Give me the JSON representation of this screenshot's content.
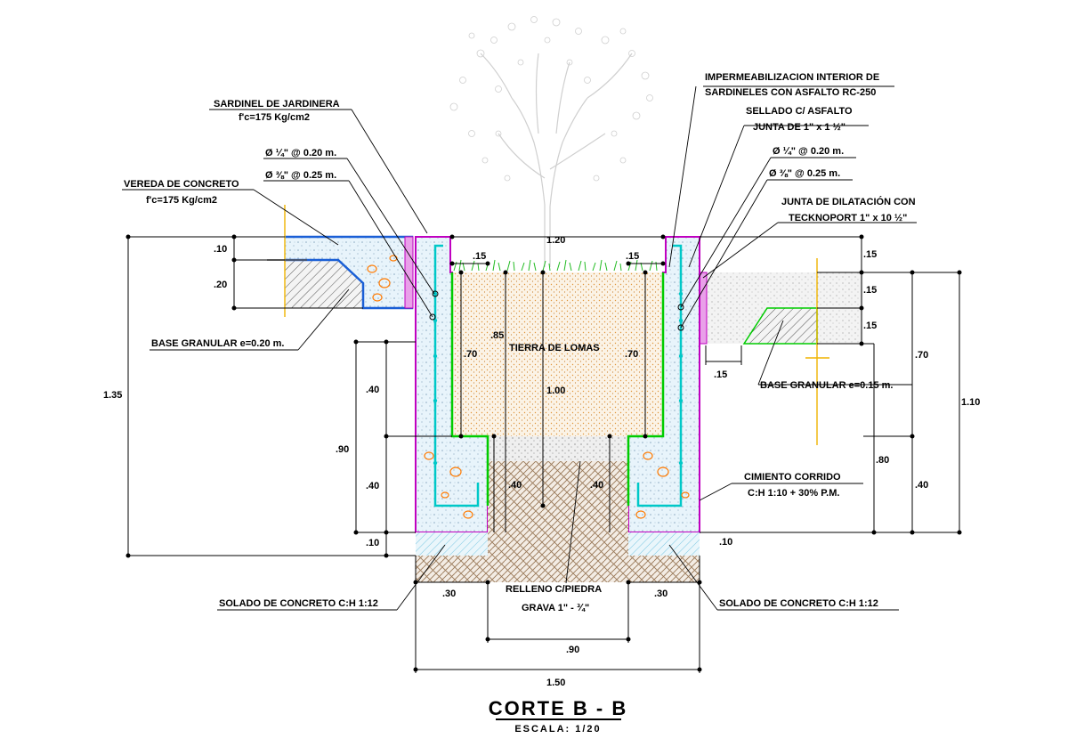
{
  "title": "CORTE B - B",
  "scale": "ESCALA: 1/20",
  "labels": {
    "sardinel_1": "SARDINEL DE JARDINERA",
    "sardinel_2": "f'c=175 Kg/cm2",
    "bar_quarter_left": "Ø ¼\" @ 0.20 m.",
    "bar_threeeighth_left": "Ø ⅜\" @ 0.25 m.",
    "vereda_1": "VEREDA DE CONCRETO",
    "vereda_2": "f'c=175 Kg/cm2",
    "base_left": "BASE GRANULAR e=0.20 m.",
    "imper_1": "IMPERMEABILIZACION INTERIOR DE",
    "imper_2": "SARDINELES CON ASFALTO RC-250",
    "sellado_1": "SELLADO C/ ASFALTO",
    "sellado_2": "JUNTA DE 1\" x 1 ½\"",
    "bar_quarter_right": "Ø ¼\" @ 0.20 m.",
    "bar_threeeighth_right": "Ø ⅜\" @ 0.25 m.",
    "junta_1": "JUNTA DE DILATACIÓN CON",
    "junta_2": "TECKNOPORT 1\" x 10 ½\"",
    "base_right": "BASE GRANULAR e=0.15 m.",
    "tierra": "TIERRA DE LOMAS",
    "cimiento_1": "CIMIENTO CORRIDO",
    "cimiento_2": "C:H 1:10 + 30% P.M.",
    "solado_left": "SOLADO DE CONCRETO C:H 1:12",
    "solado_right": "SOLADO DE CONCRETO C:H 1:12",
    "relleno_1": "RELLENO C/PIEDRA",
    "relleno_2": "GRAVA 1\" - ¾\""
  },
  "dims": {
    "top_120": "1.20",
    "top_15_left": ".15",
    "top_15_right": ".15",
    "left_10": ".10",
    "left_20": ".20",
    "left_135": "1.35",
    "left_40_top": ".40",
    "left_90": ".90",
    "left_40_bot": ".40",
    "left_10_bot": ".10",
    "inner_70_left": ".70",
    "inner_85": ".85",
    "inner_100": "1.00",
    "inner_70_right": ".70",
    "inner_40_left": ".40",
    "inner_40_right": ".40",
    "right_15_a": ".15",
    "right_15_b": ".15",
    "right_15_c": ".15",
    "right_15_horiz": ".15",
    "right_70": ".70",
    "right_110": "1.10",
    "right_80": ".80",
    "right_40": ".40",
    "right_10": ".10",
    "bot_30_left": ".30",
    "bot_30_right": ".30",
    "bot_90": ".90",
    "bot_150": "1.50"
  },
  "colors": {
    "concrete_outline": "#c000c0",
    "rebar": "#00c8c8",
    "planter_wall": "#00cc00",
    "vereda_outline": "#1a5fd6",
    "tierra_fill": "#e6a04a",
    "aggregate_stone": "#ff7a00",
    "post_yellow": "#f0b400",
    "solado_hatch": "#7ec8e3",
    "relleno_hatch": "#9a7a5a"
  }
}
